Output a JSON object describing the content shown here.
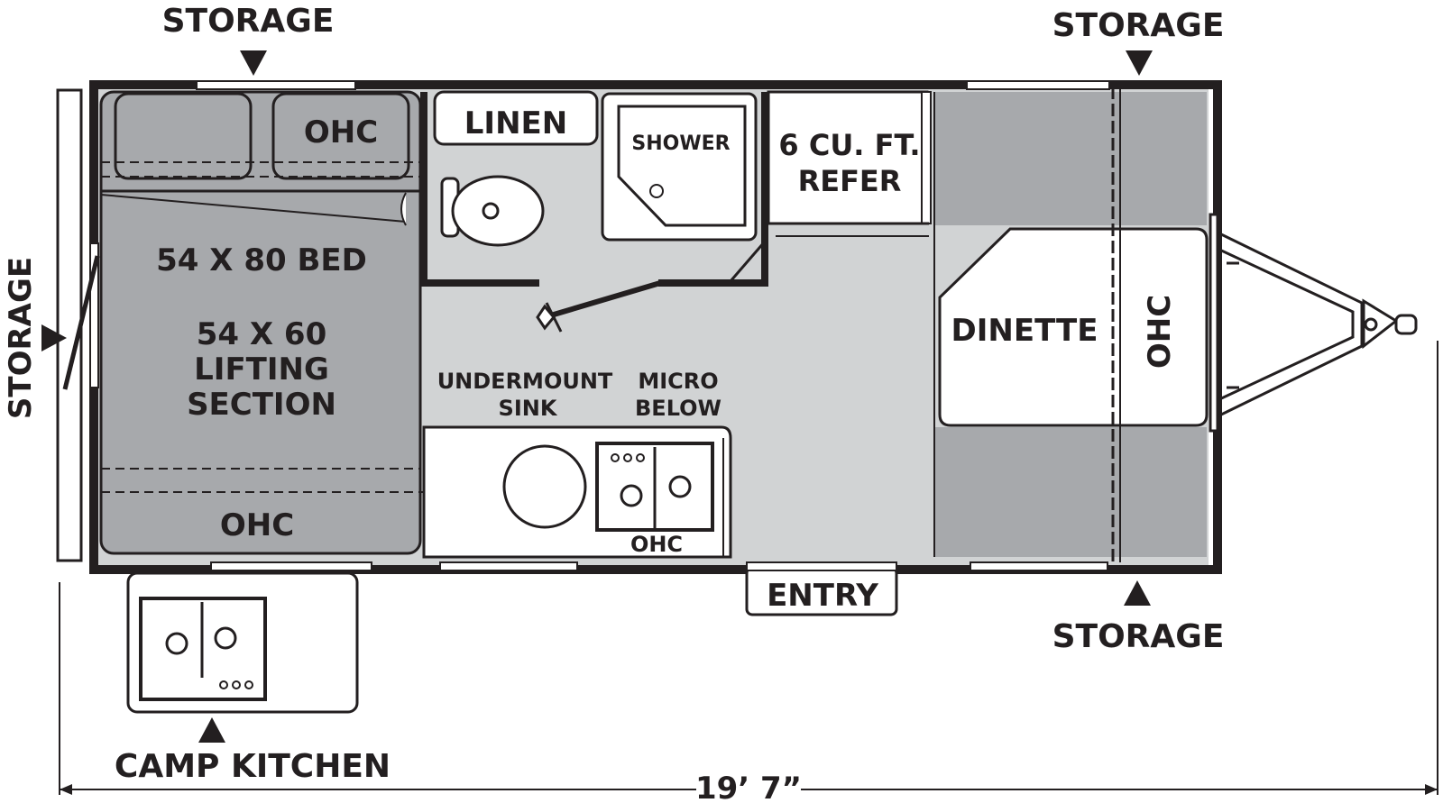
{
  "labels": {
    "storage_top_left": "STORAGE",
    "storage_top_right": "STORAGE",
    "storage_left": "STORAGE",
    "storage_bottom_right": "STORAGE",
    "ohc_top_left": "OHC",
    "ohc_bottom_left": "OHC",
    "ohc_kitchen": "OHC",
    "ohc_front": "OHC",
    "bed": "54 X 80 BED",
    "lifting_1": "54 X 60",
    "lifting_2": "LIFTING",
    "lifting_3": "SECTION",
    "linen": "LINEN",
    "shower": "SHOWER",
    "refer_1": "6 CU. FT.",
    "refer_2": "REFER",
    "dinette": "DINETTE",
    "sink_1": "UNDERMOUNT",
    "sink_2": "SINK",
    "micro_1": "MICRO",
    "micro_2": "BELOW",
    "entry": "ENTRY",
    "camp_kitchen": "CAMP KITCHEN",
    "length": "19’ 7”"
  },
  "colors": {
    "wall": "#231f20",
    "floor": "#d1d3d4",
    "furniture": "#a7a9ac",
    "white": "#ffffff"
  }
}
